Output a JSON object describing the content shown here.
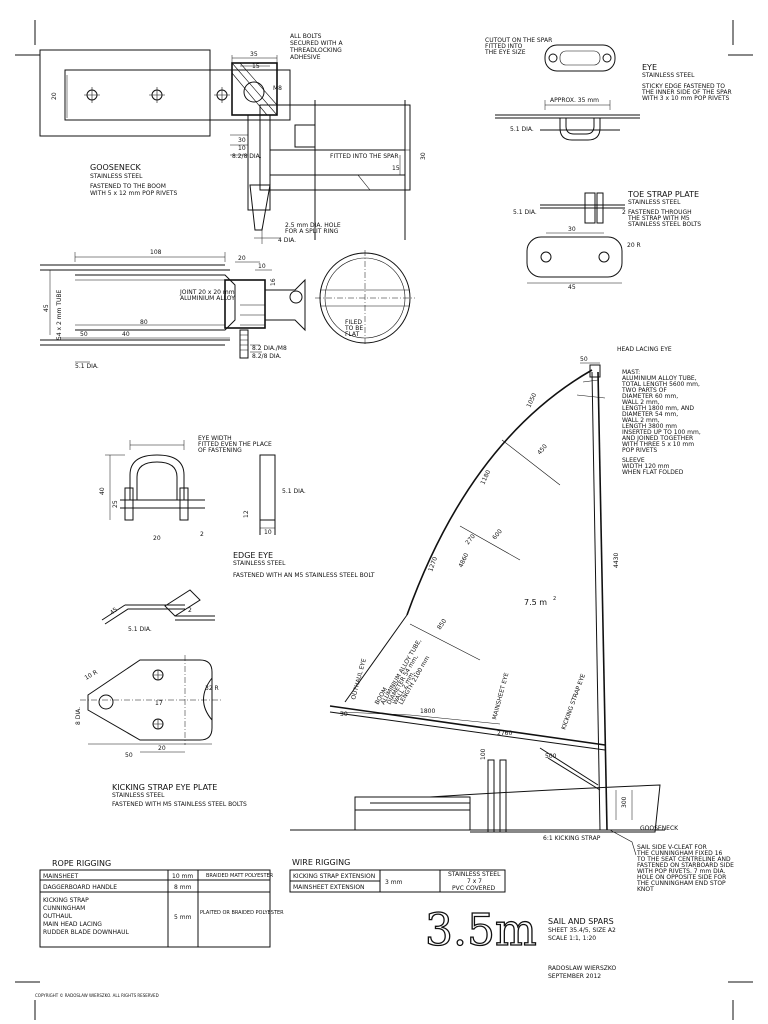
{
  "gooseneck": {
    "title": "GOOSENECK",
    "material": "STAINLESS STEEL",
    "note_1": "FASTENED TO THE BOOM",
    "note_2": "WITH 5 x 12 mm POP RIVETS",
    "bolts_1": "ALL BOLTS",
    "bolts_2": "SECURED WITH A",
    "bolts_3": "THREADLOCKING",
    "bolts_4": "ADHESIVE",
    "spar_fit": "FITTED INTO THE SPAR",
    "hole_1": "2.5 mm DIA. HOLE",
    "hole_2": "FOR A SPLIT RING",
    "d_20": "20",
    "d_35": "35",
    "d_15": "15",
    "d_m8": "M8",
    "d_30": "30",
    "d_10": "10",
    "d_82": "8.2/8 DIA.",
    "d_15b": "15",
    "d_30b": "30",
    "d_4dia": "4 DIA.",
    "d_108": "108",
    "d_20b": "20",
    "d_10b": "10",
    "d_16": "16",
    "d_45": "45",
    "d_50": "50",
    "d_40": "40",
    "d_80": "80",
    "d_51": "5.1 DIA.",
    "tube": "54 x 2 mm TUBE",
    "joint_1": "JOINT 20 x 20 mm",
    "joint_2": "ALUMINIUM ALLOY",
    "dia_m8": "8.2 DIA./M8",
    "dia_82": "8.2/8 DIA.",
    "filed_1": "FILED",
    "filed_2": "TO BE",
    "filed_3": "FLAT"
  },
  "eye": {
    "cutout_1": "CUTOUT ON THE SPAR",
    "cutout_2": "FITTED INTO",
    "cutout_3": "THE EYE SIZE",
    "title": "EYE",
    "material": "STAINLESS STEEL",
    "note_1": "STICKY EDGE FASTENED TO",
    "note_2": "THE INNER SIDE OF THE SPAR",
    "note_3": "WITH 3 x 10 mm POP RIVETS",
    "approx": "APPROX. 35 mm",
    "d_51": "5.1 DIA."
  },
  "toe_strap": {
    "title": "TOE STRAP PLATE",
    "material": "STAINLESS STEEL",
    "note_1": "FASTENED THROUGH",
    "note_2": "THE STRAP WITH M5",
    "note_3": "STAINLESS STEEL BOLTS",
    "d_51": "5.1 DIA.",
    "d_30": "30",
    "d_45": "45",
    "d_20r": "20 R",
    "d_2": "2"
  },
  "edge_eye": {
    "width_1": "EYE WIDTH",
    "width_2": "FITTED EVEN THE PLACE",
    "width_3": "OF FASTENING",
    "title": "EDGE EYE",
    "material": "STAINLESS STEEL",
    "note": "FASTENED WITH AN M5 STAINLESS STEEL BOLT",
    "d_40": "40",
    "d_25": "25",
    "d_51": "5.1 DIA.",
    "d_10": "10",
    "d_2": "2",
    "d_20": "20",
    "d_12": "12"
  },
  "kicking_plate": {
    "title": "KICKING STRAP EYE PLATE",
    "material": "STAINLESS STEEL",
    "note": "FASTENED WITH M5 STAINLESS STEEL BOLTS",
    "d_45": "45",
    "d_2": "2",
    "d_51": "5.1 DIA.",
    "d_10r": "10 R",
    "d_8dia": "8 DIA.",
    "d_17": "17",
    "d_32": "32 R",
    "d_50": "50",
    "d_20": "20"
  },
  "sail": {
    "area": "7.5 m",
    "head": "HEAD LACING EYE",
    "mast_1": "MAST:",
    "mast_2": "ALUMINIUM ALLOY TUBE,",
    "mast_3": "TOTAL LENGTH 5600 mm,",
    "mast_4": "TWO PARTS OF",
    "mast_5": "DIAMETER 60 mm,",
    "mast_6": "WALL 2 mm,",
    "mast_7": "LENGTH 1800 mm, AND",
    "mast_8": "DIAMETER 54 mm,",
    "mast_9": "WALL 2 mm,",
    "mast_10": "LENGTH 3800 mm",
    "mast_11": "INSERTED UP TO 100 mm,",
    "mast_12": "AND JOINED TOGETHER",
    "mast_13": "WITH THREE 5 x 10 mm",
    "mast_14": "POP RIVETS",
    "sleeve_1": "SLEEVE",
    "sleeve_2": "WIDTH 120 mm",
    "sleeve_3": "WHEN FLAT FOLDED",
    "d_50": "50",
    "d_1050": "1050",
    "d_450": "450",
    "d_1180": "1180",
    "d_600": "600",
    "d_270": "270",
    "d_4860": "4860",
    "d_1270": "1270",
    "d_850": "850",
    "d_4430": "4430",
    "d_1800": "1800",
    "d_2760": "2760",
    "d_100": "100",
    "d_500": "500",
    "d_30": "30",
    "d_mid": "300",
    "outhaul": "OUTHAUL EYE",
    "boom_1": "BOOM",
    "boom_2": "ALUMINIUM ALLOY TUBE,",
    "boom_3": "DIAMETER 54 mm,",
    "boom_4": "WALL 2 mm,",
    "boom_5": "LENGTH 2100 mm",
    "mainsheet_eye": "MAINSHEET EYE",
    "kicking_eye": "KICKING STRAP EYE",
    "kicking_strap": "6:1 KICKING STRAP",
    "gooseneck": "GOOSENECK",
    "sailside_1": "SAIL SIDE V-CLEAT FOR",
    "sailside_2": "THE CUNNINGHAM FIXED 16",
    "sailside_3": "TO THE SEAT CENTRELINE AND",
    "sailside_4": "FASTENED ON STARBOARD SIDE",
    "sailside_5": "WITH POP RIVETS. 7 mm DIA.",
    "sailside_6": "HOLE ON OPPOSITE SIDE FOR",
    "sailside_7": "THE CUNNINGHAM END STOP",
    "sailside_8": "KNOT"
  },
  "rope_rigging": {
    "title": "ROPE RIGGING",
    "rows": [
      {
        "name": "MAINSHEET",
        "size": "10 mm",
        "material": "BRAIDED MATT POLYESTER"
      },
      {
        "name": "DAGGERBOARD HANDLE",
        "size": "8 mm",
        "material": ""
      },
      {
        "name": "KICKING STRAP",
        "size": "5 mm",
        "material": "PLAITED OR BRAIDED POLYESTER"
      }
    ],
    "extra_1": "CUNNINGHAM",
    "extra_2": "OUTHAUL",
    "extra_3": "MAIN HEAD LACING",
    "extra_4": "RUDDER BLADE DOWNHAUL"
  },
  "wire_rigging": {
    "title": "WIRE RIGGING",
    "row_1": "KICKING STRAP EXTENSION",
    "row_2": "MAINSHEET EXTENSION",
    "size": "3 mm",
    "material_1": "STAINLESS STEEL",
    "material_2": "7 x 7",
    "material_3": "PVC COVERED"
  },
  "title_block": {
    "model": "3.5m",
    "sheet_title": "SAIL AND SPARS",
    "sheet": "SHEET 35.4/5, SIZE A2",
    "scale": "SCALE 1:1, 1:20",
    "author": "RADOSLAW WIERSZKO",
    "date": "SEPTEMBER 2012",
    "copyright": "COPYRIGHT © RADOSLAW WIERSZKO. ALL RIGHTS RESERVED"
  }
}
